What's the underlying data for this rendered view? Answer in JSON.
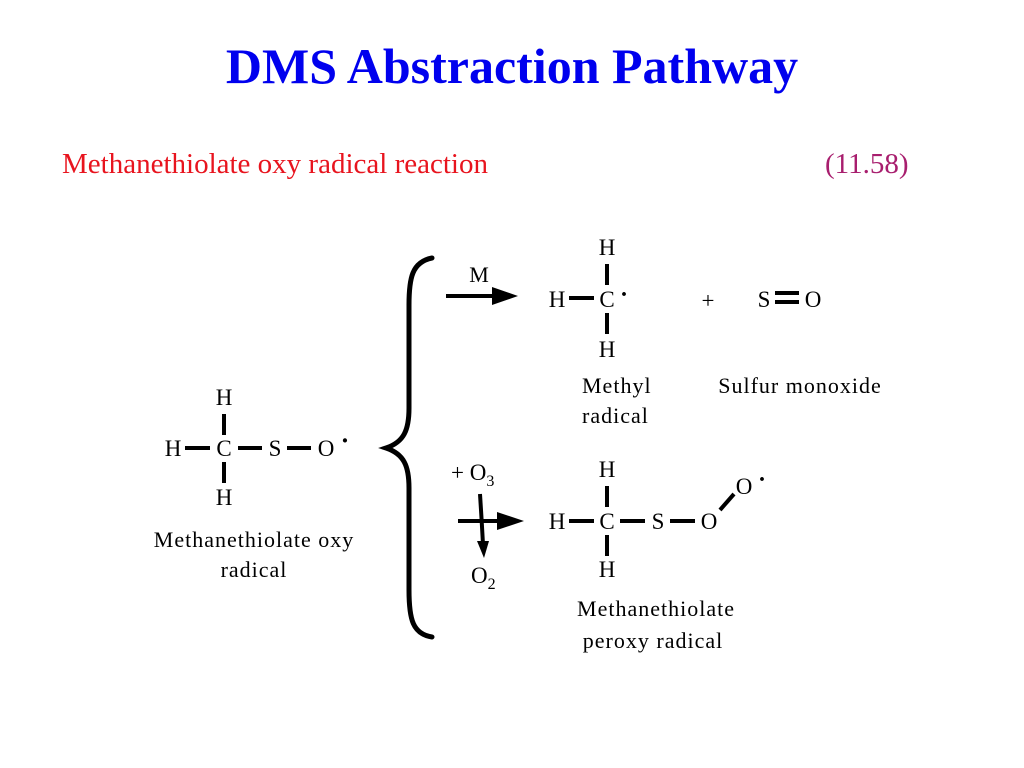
{
  "slide": {
    "title": "DMS Abstraction Pathway",
    "subtitle": "Methanethiolate oxy radical reaction",
    "equation_number": "(11.58)"
  },
  "reactant": {
    "atoms": {
      "c": "C",
      "s": "S",
      "o": "O",
      "h_top": "H",
      "h_left": "H",
      "h_bottom": "H",
      "radical_dot": "·"
    },
    "name_line1": "Methanethiolate oxy",
    "name_line2": "radical"
  },
  "path_upper": {
    "reagent": "M",
    "methyl": {
      "atoms": {
        "c": "C",
        "h_top": "H",
        "h_left": "H",
        "h_bottom": "H",
        "radical_dot": "·"
      },
      "name_line1": "Methyl",
      "name_line2": "radical"
    },
    "plus": "+",
    "so": {
      "atoms": {
        "s": "S",
        "o": "O"
      },
      "name": "Sulfur monoxide"
    }
  },
  "path_lower": {
    "reagent_plus": "+ O",
    "reagent_sub": "3",
    "byproduct": "O",
    "byproduct_sub": "2",
    "product": {
      "atoms": {
        "c": "C",
        "s": "S",
        "o1": "O",
        "o2": "O",
        "h_top": "H",
        "h_left": "H",
        "h_bottom": "H",
        "radical_dot": "·"
      },
      "name_line1": "Methanethiolate",
      "name_line2": "peroxy radical"
    }
  }
}
